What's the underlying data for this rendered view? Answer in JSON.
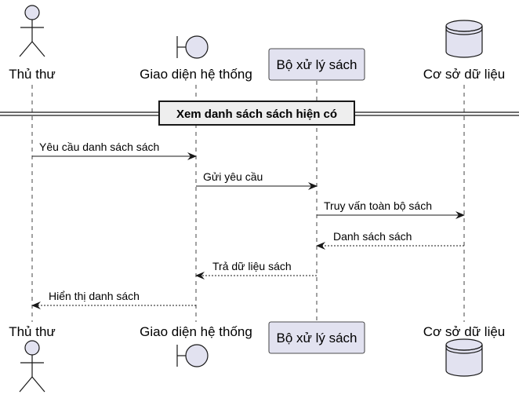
{
  "diagram": {
    "type": "sequence",
    "participants": [
      {
        "id": "librarian",
        "kind": "actor",
        "label": "Thủ thư"
      },
      {
        "id": "ui",
        "kind": "boundary",
        "label": "Giao diện hệ thống"
      },
      {
        "id": "processor",
        "kind": "participant",
        "label": "Bộ xử lý sách"
      },
      {
        "id": "db",
        "kind": "database",
        "label": "Cơ sở dữ liệu"
      }
    ],
    "separator": {
      "label": "Xem danh sách sách hiện có"
    },
    "messages": [
      {
        "from": "librarian",
        "to": "ui",
        "label": "Yêu cầu danh sách sách",
        "style": "solid"
      },
      {
        "from": "ui",
        "to": "processor",
        "label": "Gửi yêu cầu",
        "style": "solid"
      },
      {
        "from": "processor",
        "to": "db",
        "label": "Truy vấn toàn bộ sách",
        "style": "solid"
      },
      {
        "from": "db",
        "to": "processor",
        "label": "Danh sách sách",
        "style": "dashed"
      },
      {
        "from": "processor",
        "to": "ui",
        "label": "Trả dữ liệu sách",
        "style": "dashed"
      },
      {
        "from": "ui",
        "to": "librarian",
        "label": "Hiển thị danh sách",
        "style": "dashed"
      }
    ],
    "colors": {
      "participant_fill": "#E2E2F0",
      "stroke": "#181818",
      "lifeline": "#181818",
      "separator_fill": "#EEEEEE"
    }
  }
}
